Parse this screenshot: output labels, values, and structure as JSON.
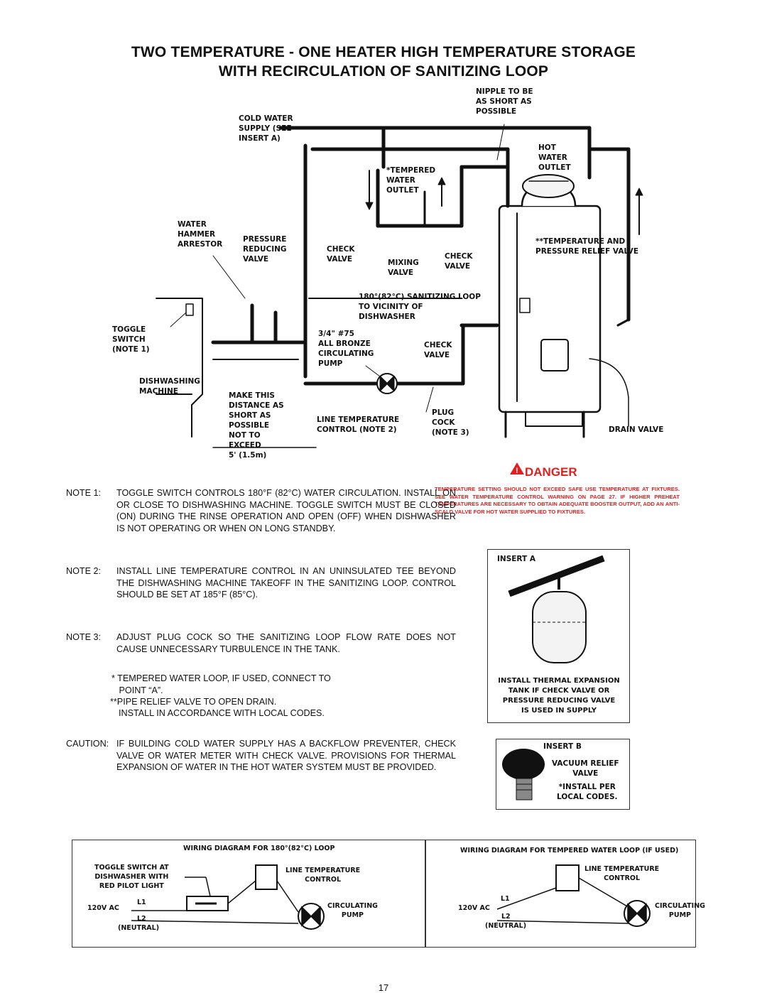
{
  "title": {
    "line1": "TWO  TEMPERATURE - ONE HEATER HIGH TEMPERATURE STORAGE",
    "line2": "WITH RECIRCULATION OF SANITIZING LOOP"
  },
  "diagram_labels": {
    "nipple": "NIPPLE TO BE\nAS SHORT AS\nPOSSIBLE",
    "cold_water": "COLD WATER\nSUPPLY (SEE\nINSERT A)",
    "hot_water": "HOT\nWATER\nOUTLET",
    "tempered_outlet": "*TEMPERED\nWATER\nOUTLET",
    "arrestor": "WATER\nHAMMER\nARRESTOR",
    "prv": "PRESSURE\nREDUCING\nVALVE",
    "check1": "CHECK\nVALVE",
    "mixing": "MIXING\nVALVE",
    "check2": "CHECK\nVALVE",
    "tp_relief": "**TEMPERATURE AND\nPRESSURE RELIEF VALVE",
    "sanitizing": "180°(82°C) SANITIZING LOOP\nTO VICINITY OF\nDISHWASHER",
    "toggle": "TOGGLE\nSWITCH\n(NOTE 1)",
    "pump": "3/4\" #75\nALL BRONZE\nCIRCULATING\nPUMP",
    "check3": "CHECK\nVALVE",
    "dishmachine": "DISHWASHING\nMACHINE",
    "make_this": "MAKE THIS\nDISTANCE AS\nSHORT AS\nPOSSIBLE\nNOT TO\nEXCEED\n5' (1.5m)",
    "line_temp": "LINE TEMPERATURE\nCONTROL (NOTE 2)",
    "plug_cock": "PLUG\nCOCK\n(NOTE 3)",
    "drain": "DRAIN VALVE"
  },
  "danger": {
    "heading": "DANGER",
    "text": "TEMPERATURE SETTING SHOULD NOT EXCEED SAFE USE TEMPERATURE AT FIXTURES. SEE WATER TEMPERATURE CONTROL WARNING ON PAGE 27. IF HIGHER PREHEAT TEMPERATURES ARE NECESSARY TO OBTAIN ADEQUATE BOOSTER OUTPUT, ADD AN ANTI-SCALD VALVE FOR HOT WATER SUPPLIED TO FIXTURES."
  },
  "notes": [
    {
      "head": "NOTE 1:",
      "text": "TOGGLE SWITCH CONTROLS 180°F (82°C) WATER CIRCULATION. INSTALL ON OR CLOSE TO DISHWASHING MACHINE. TOGGLE SWITCH MUST BE CLOSED (ON) DURING THE RINSE OPERATION AND OPEN (OFF) WHEN DISHWASHER IS NOT OPERATING OR WHEN ON LONG STANDBY."
    },
    {
      "head": "NOTE 2:",
      "text": "INSTALL LINE TEMPERATURE CONTROL IN AN UNINSULATED TEE BEYOND THE DISHWASHING MACHINE TAKEOFF IN THE SANITIZING LOOP.  CONTROL SHOULD BE SET AT 185°F (85°C)."
    },
    {
      "head": "NOTE 3:",
      "text": "ADJUST PLUG COCK SO THE SANITIZING LOOP FLOW RATE DOES NOT CAUSE UNNECESSARY TURBULENCE IN THE TANK."
    }
  ],
  "footnotes": {
    "f1": "* TEMPERED WATER LOOP, IF USED, CONNECT TO\n   POINT “A”.",
    "f2": "**PIPE RELIEF VALVE TO OPEN DRAIN.",
    "f3": "  INSTALL IN ACCORDANCE WITH LOCAL CODES."
  },
  "caution": {
    "head": "CAUTION:",
    "text": "IF BUILDING COLD WATER SUPPLY HAS A BACKFLOW PREVENTER, CHECK VALVE OR WATER METER WITH CHECK VALVE. PROVISIONS FOR THERMAL EXPANSION OF WATER IN THE HOT WATER SYSTEM MUST BE PROVIDED."
  },
  "insert_a": {
    "title": "INSERT A",
    "caption": "INSTALL THERMAL EXPANSION\nTANK IF CHECK VALVE OR\nPRESSURE REDUCING VALVE\nIS USED IN SUPPLY"
  },
  "insert_b": {
    "title": "INSERT B",
    "label": "VACUUM RELIEF\nVALVE",
    "note": "*INSTALL PER\nLOCAL CODES."
  },
  "wiring_left": {
    "title": "WIRING DIAGRAM FOR 180°(82°C) LOOP",
    "toggle": "TOGGLE SWITCH AT\nDISHWASHER WITH\nRED PILOT LIGHT",
    "line_temp": "LINE TEMPERATURE\nCONTROL",
    "l1": "L1",
    "volt": "120V AC",
    "l2": "L2",
    "neutral": "(NEUTRAL)",
    "pump": "CIRCULATING\nPUMP"
  },
  "wiring_right": {
    "title": "WIRING DIAGRAM FOR TEMPERED WATER LOOP (IF USED)",
    "line_temp": "LINE TEMPERATURE\nCONTROL",
    "l1": "L1",
    "volt": "120V AC",
    "l2": "L2",
    "neutral": "(NEUTRAL)",
    "pump": "CIRCULATING\nPUMP"
  },
  "page_number": "17"
}
